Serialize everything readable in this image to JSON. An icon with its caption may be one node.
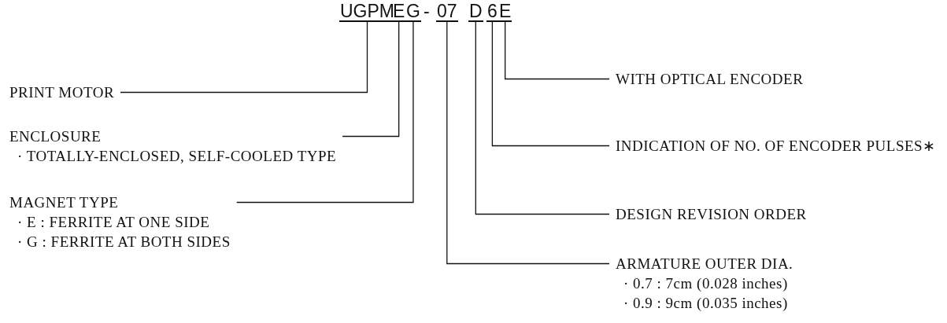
{
  "diagram": {
    "nodes": [
      {
        "text": [
          "UGPM"
        ]
      },
      {
        "text": [
          "E"
        ]
      },
      {
        "text": [
          "G"
        ]
      },
      {
        "text": [
          "07"
        ]
      },
      {
        "text": [
          "D"
        ]
      },
      {
        "text": [
          "6"
        ]
      },
      {
        "text": [
          "E"
        ]
      },
      {
        "text": [
          "PRINT MOTOR"
        ]
      },
      {
        "text": [
          "ENCLOSURE",
          "· TOTALLY-ENCLOSED, SELF-COOLED TYPE"
        ]
      },
      {
        "text": [
          "MAGNET TYPE",
          "· E : FERRITE AT ONE SIDE",
          "· G : FERRITE AT BOTH SIDES"
        ]
      },
      {
        "text": [
          "WITH OPTICAL ENCODER"
        ]
      },
      {
        "text": [
          "INDICATION OF NO. OF ENCODER PULSES∗"
        ]
      },
      {
        "text": [
          "DESIGN REVISION ORDER"
        ]
      },
      {
        "text": [
          "ARMATURE OUTER DIA.",
          "· 0.7 : 7cm (0.028 inches)",
          "· 0.9 : 9cm (0.035 inches)"
        ]
      }
    ],
    "edges": [
      {
        "from": 7,
        "to": 0,
        "arrow": "none"
      },
      {
        "from": 8,
        "to": 1,
        "arrow": "none"
      },
      {
        "from": 9,
        "to": 2,
        "arrow": "none"
      },
      {
        "from": 10,
        "to": 6,
        "arrow": "none"
      },
      {
        "from": 11,
        "to": 5,
        "arrow": "none"
      },
      {
        "from": 12,
        "to": 4,
        "arrow": "none"
      },
      {
        "from": 13,
        "to": 3,
        "arrow": "none"
      }
    ],
    "labels": [
      "-"
    ]
  }
}
